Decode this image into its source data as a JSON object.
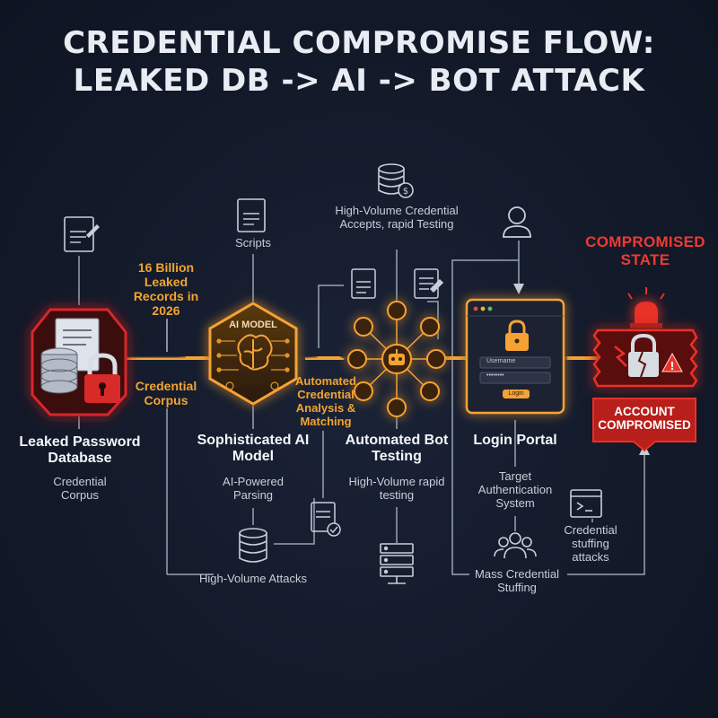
{
  "title": {
    "line1": "CREDENTIAL COMPROMISE FLOW:",
    "line2": "LEAKED DB -> AI -> BOT ATTACK"
  },
  "stages": {
    "leaked_db": {
      "title": "Leaked Password Database",
      "subtitle": "Credential Corpus",
      "doc_icon_label": "script"
    },
    "ai_model": {
      "chip_label": "AI MODEL",
      "title": "Sophisticated AI Model",
      "subtitle": "AI-Powered Parsing",
      "scripts_label": "Scripts",
      "script_icon_label": "script"
    },
    "bot_testing": {
      "title": "Automated Bot Testing",
      "subtitle": "High-Volume rapid testing",
      "top_label": "High-Volume Credential Accepts, rapid Testing",
      "script_icon_label": "script"
    },
    "login_portal": {
      "title": "Login Portal",
      "subtitle": "Target Authentication System",
      "username_placeholder": "Username",
      "password_mask": "••••••••",
      "login_button": "Login"
    },
    "compromised": {
      "header": "COMPROMISED STATE",
      "badge": "ACCOUNT COMPROMISED"
    }
  },
  "arrow_labels": {
    "records": "16 Billion Leaked Records in 2026",
    "corpus": "Credential Corpus",
    "analysis": "Automated Credential Analysis & Matching"
  },
  "bottom_labels": {
    "high_volume_attacks": "High-Volume Attacks",
    "mass_stuffing": "Mass Credential Stuffing",
    "stuffing_attacks": "Credential stuffing attacks"
  },
  "colors": {
    "background": "#151c2c",
    "accent_orange": "#f2a530",
    "alert_red": "#e3261f",
    "line_grey": "#9aa3b1"
  },
  "icons": [
    "document-icon",
    "database-icon",
    "lock-icon",
    "chip-icon",
    "brain-icon",
    "robot-icon",
    "money-database-icon",
    "user-icon",
    "server-icon",
    "users-group-icon",
    "terminal-icon",
    "siren-icon",
    "broken-lock-icon",
    "warning-icon"
  ]
}
